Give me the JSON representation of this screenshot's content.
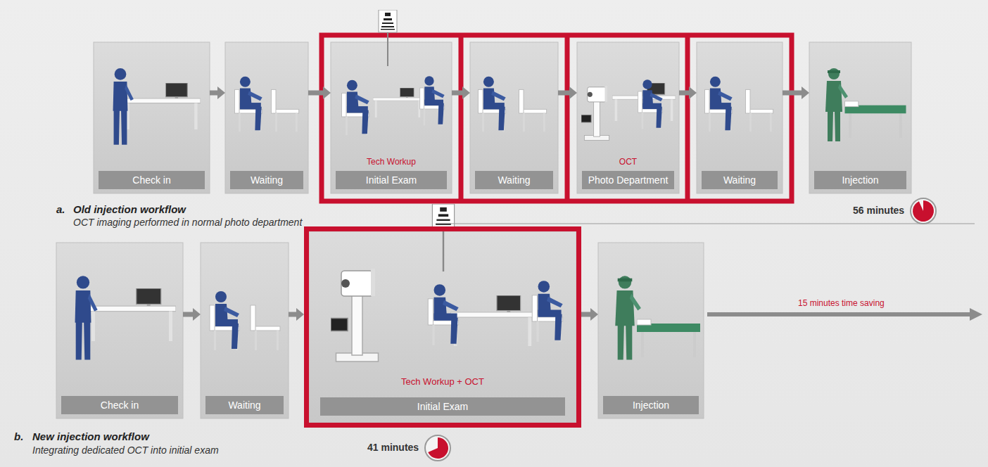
{
  "diagram": {
    "nodes": [
      {
        "text": [
          "Check in"
        ]
      },
      {
        "text": [
          "Waiting"
        ]
      },
      {
        "text": [
          "Tech Workup",
          "Initial Exam"
        ]
      },
      {
        "text": [
          "Waiting"
        ]
      },
      {
        "text": [
          "OCT",
          "Photo Department"
        ]
      },
      {
        "text": [
          "Waiting"
        ]
      },
      {
        "text": [
          "Injection"
        ]
      },
      {
        "text": [
          "Check in"
        ]
      },
      {
        "text": [
          "Waiting"
        ]
      },
      {
        "text": [
          "Tech Workup + OCT",
          "Initial Exam"
        ]
      },
      {
        "text": [
          "Injection"
        ]
      }
    ],
    "edges": [
      {
        "from": 0,
        "to": 1,
        "arrow": "to"
      },
      {
        "from": 1,
        "to": 2,
        "arrow": "to"
      },
      {
        "from": 2,
        "to": 3,
        "arrow": "to"
      },
      {
        "from": 3,
        "to": 4,
        "arrow": "to"
      },
      {
        "from": 4,
        "to": 5,
        "arrow": "to"
      },
      {
        "from": 5,
        "to": 6,
        "arrow": "to"
      },
      {
        "from": 7,
        "to": 8,
        "arrow": "to"
      },
      {
        "from": 8,
        "to": 9,
        "arrow": "to"
      },
      {
        "from": 9,
        "to": 10,
        "arrow": "to"
      }
    ],
    "labels": [
      "a.",
      "Old injection workflow",
      "OCT imaging performed in normal photo department",
      "56 minutes",
      "b.",
      "New injection workflow",
      "Integrating dedicated OCT into initial exam",
      "41 minutes",
      "15 minutes time saving"
    ]
  }
}
